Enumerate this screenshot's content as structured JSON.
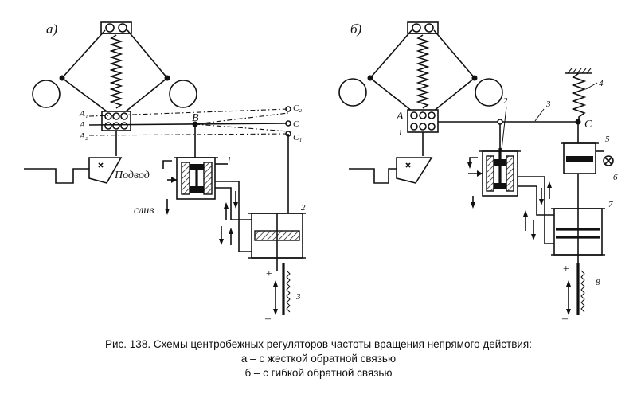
{
  "panels": {
    "a": {
      "header": "а)",
      "labels": {
        "a1": "A₁",
        "a": "A",
        "a2": "A₂",
        "b": "B",
        "c2": "C₂",
        "c": "C",
        "c1": "C₁",
        "n1": "1",
        "n2": "2",
        "n3": "3",
        "podvod": "Подвод",
        "sliv": "слив",
        "plus": "+",
        "minus": "–"
      }
    },
    "b": {
      "header": "б)",
      "labels": {
        "a": "A",
        "c": "C",
        "n1": "1",
        "n2": "2",
        "n3": "3",
        "n4": "4",
        "n5": "5",
        "n6": "6",
        "n7": "7",
        "n8": "8",
        "plus": "+",
        "minus": "–"
      }
    }
  },
  "caption": {
    "line1": "Рис. 138. Схемы центробежных регуляторов частоты вращения непрямого действия:",
    "line2": "а – с жесткой обратной связью",
    "line3": "б – с гибкой обратной связью"
  }
}
